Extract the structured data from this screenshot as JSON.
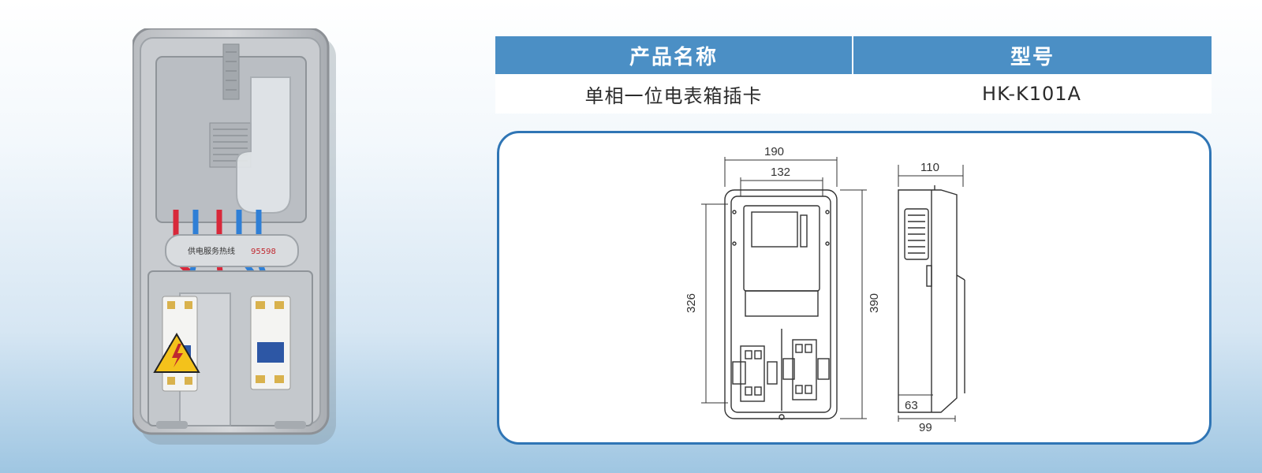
{
  "table": {
    "headers": [
      "产品名称",
      "型号"
    ],
    "row": {
      "name": "单相一位电表箱插卡",
      "model": "HK-K101A"
    }
  },
  "photo": {
    "hotline_label": "供电服务热线",
    "hotline_number": "95598",
    "warning_icon": "high-voltage-warning-icon"
  },
  "drawing": {
    "dim_width_outer": "190",
    "dim_width_inner": "132",
    "dim_height_inner": "326",
    "dim_height_outer": "390",
    "dim_depth_top": "110",
    "dim_depth_bottom_small": "63",
    "dim_depth_bottom_large": "99"
  },
  "colors": {
    "header_bg": "#4b8fc5",
    "frame_border": "#2f75b5",
    "wire_red": "#d8283a",
    "wire_blue": "#2f7fd6",
    "warning_yellow": "#f4c21b"
  }
}
